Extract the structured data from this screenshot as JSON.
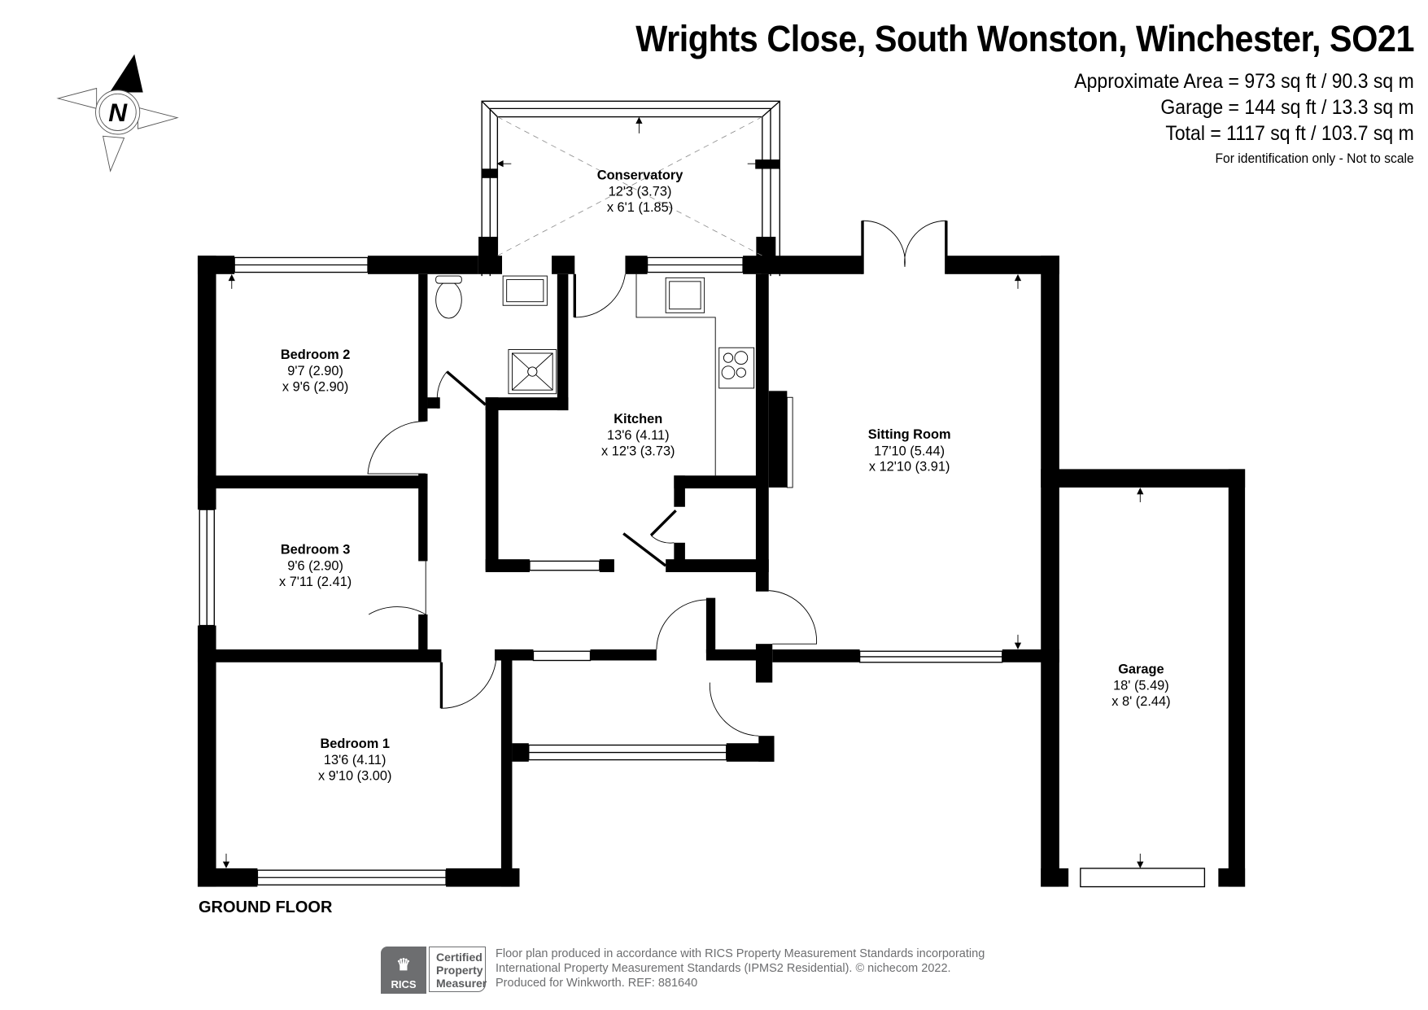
{
  "header": {
    "title": "Wrights Close, South Wonston, Winchester, SO21",
    "approx_area": "Approximate Area = 973 sq ft / 90.3 sq m",
    "garage_area": "Garage = 144 sq ft / 13.3 sq m",
    "total_area": "Total = 1117 sq ft / 103.7 sq m",
    "note": "For identification only - Not to scale"
  },
  "compass": {
    "label": "N",
    "icon": "north-arrow-icon"
  },
  "floor": {
    "label": "GROUND FLOOR"
  },
  "rooms": [
    {
      "name": "Conservatory",
      "dim1": "12'3 (3.73)",
      "dim2": "x 6'1 (1.85)"
    },
    {
      "name": "Bedroom 2",
      "dim1": "9'7 (2.90)",
      "dim2": "x 9'6 (2.90)"
    },
    {
      "name": "Kitchen",
      "dim1": "13'6 (4.11)",
      "dim2": "x 12'3 (3.73)"
    },
    {
      "name": "Sitting Room",
      "dim1": "17'10 (5.44)",
      "dim2": "x 12'10 (3.91)"
    },
    {
      "name": "Bedroom 3",
      "dim1": "9'6 (2.90)",
      "dim2": "x 7'11 (2.41)"
    },
    {
      "name": "Bedroom 1",
      "dim1": "13'6 (4.11)",
      "dim2": "x 9'10 (3.00)"
    },
    {
      "name": "Garage",
      "dim1": "18' (5.49)",
      "dim2": "x 8' (2.44)"
    }
  ],
  "footer": {
    "rics_label": "RICS",
    "cert_line1": "Certified",
    "cert_line2": "Property",
    "cert_line3": "Measurer",
    "line1": "Floor plan produced in accordance with RICS Property Measurement Standards incorporating",
    "line2": "International Property Measurement Standards (IPMS2 Residential).   © nichecom 2022.",
    "line3": "Produced for Winkworth.   REF: 881640"
  }
}
